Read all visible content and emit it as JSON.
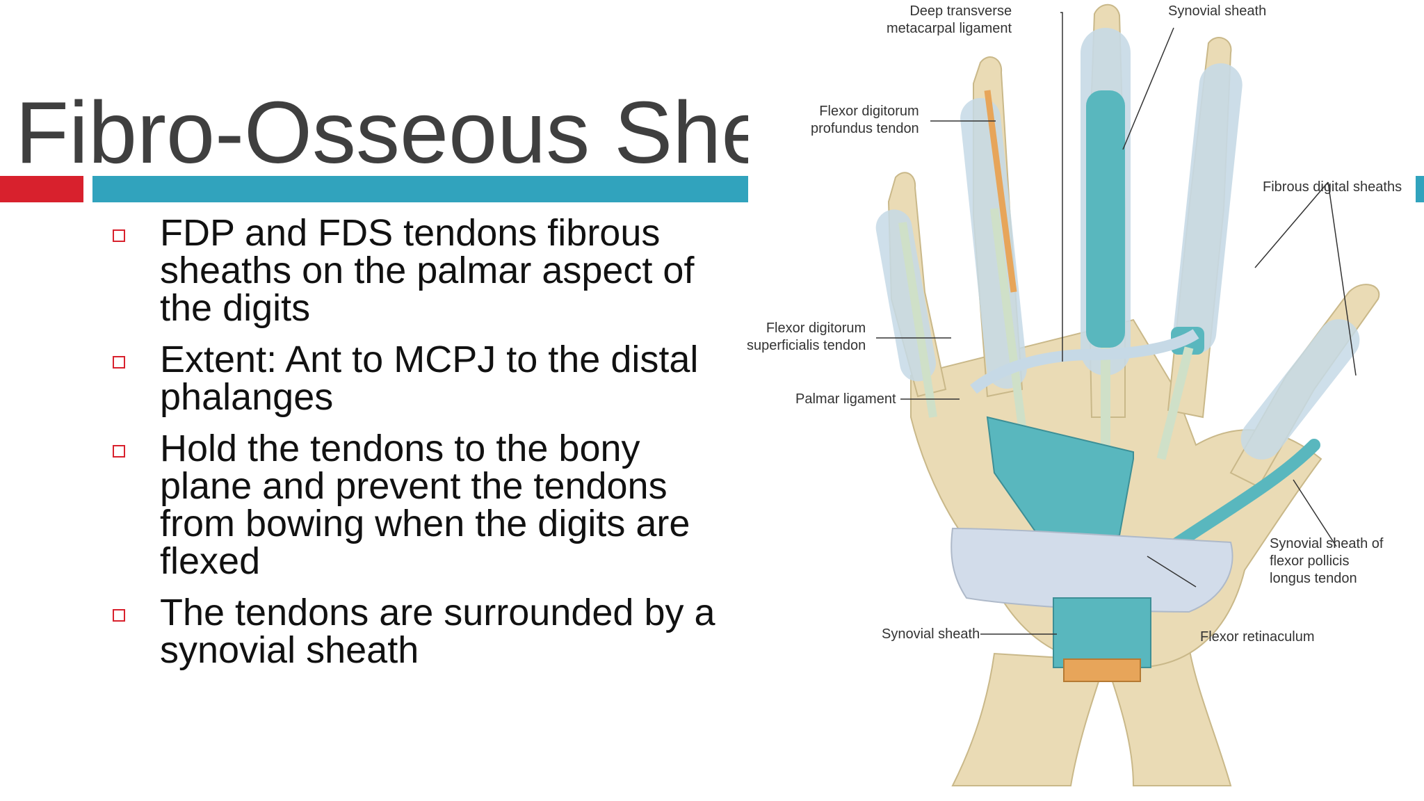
{
  "slide": {
    "title": "Fibro-Osseous Shea",
    "bullets": [
      "FDP and FDS tendons fibrous sheaths on the palmar aspect of the digits",
      "Extent: Ant to MCPJ to the distal phalanges",
      "Hold the tendons to the bony plane and prevent the tendons from bowing when the digits are flexed",
      "The tendons are surrounded by a synovial sheath"
    ]
  },
  "figure": {
    "labels": {
      "deep_transverse": "Deep transverse\nmetacarpal ligament",
      "synovial_sheath_top": "Synovial sheath",
      "fdp_tendon": "Flexor digitorum\nprofundus tendon",
      "fibrous_digital_sheaths": "Fibrous digital sheaths",
      "fds_tendon": "Flexor digitorum\nsuperficialis tendon",
      "palmar_ligament": "Palmar ligament",
      "synovial_sheath_fpl": "Synovial sheath of\nflexor pollicis\nlongus tendon",
      "synovial_sheath_bottom": "Synovial sheath",
      "flexor_retinaculum": "Flexor retinaculum"
    },
    "colors": {
      "bone": "#eadbb5",
      "sheath": "#c6d9e6",
      "synovial": "#59b7be",
      "tendon": "#cfe0c8",
      "fdp_tendon": "#e7a55a",
      "ligament": "#d2dcea"
    }
  }
}
